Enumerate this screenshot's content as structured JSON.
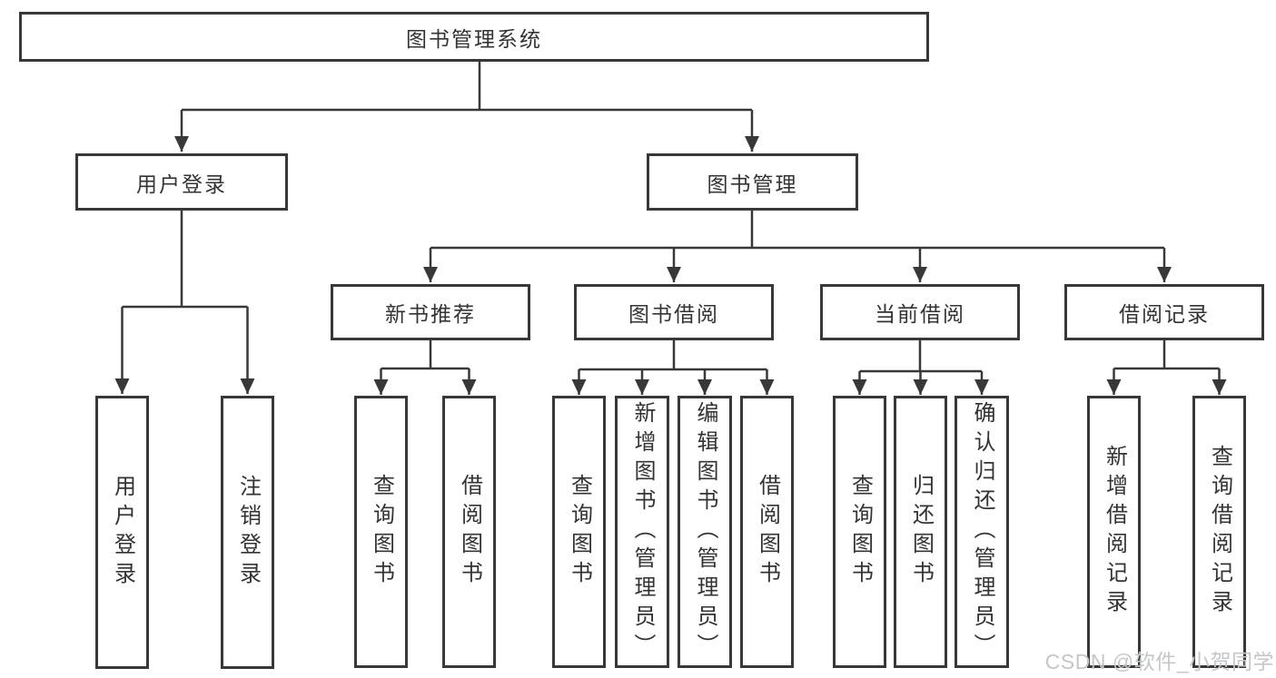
{
  "diagram": {
    "title": "图书管理系统",
    "branches": [
      {
        "label": "用户登录",
        "children": [
          {
            "label": "用户登录"
          },
          {
            "label": "注销登录"
          }
        ]
      },
      {
        "label": "图书管理",
        "children": [
          {
            "label": "新书推荐",
            "children": [
              {
                "label": "查询图书"
              },
              {
                "label": "借阅图书"
              }
            ]
          },
          {
            "label": "图书借阅",
            "children": [
              {
                "label": "查询图书"
              },
              {
                "label": "新增图书（管理员）"
              },
              {
                "label": "编辑图书（管理员）"
              },
              {
                "label": "借阅图书"
              }
            ]
          },
          {
            "label": "当前借阅",
            "children": [
              {
                "label": "查询图书"
              },
              {
                "label": "归还图书"
              },
              {
                "label": "确认归还（管理员）"
              }
            ]
          },
          {
            "label": "借阅记录",
            "children": [
              {
                "label": "新增借阅记录"
              },
              {
                "label": "查询借阅记录"
              }
            ]
          }
        ]
      }
    ]
  },
  "watermark": {
    "text": "CSDN @软件_小贺同学"
  },
  "colors": {
    "box_border": "#383838",
    "line": "#383838",
    "text": "#333333",
    "watermark": "#c4c7c9",
    "background": "#ffffff"
  }
}
